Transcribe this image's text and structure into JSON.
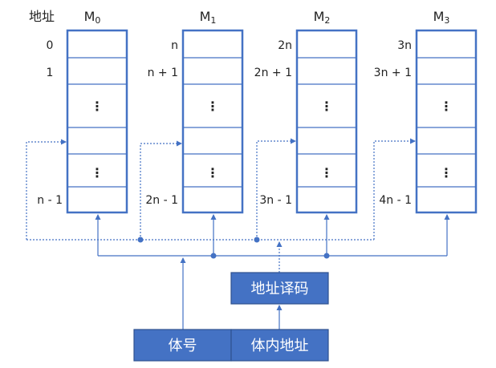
{
  "header_label": "地址",
  "modules": [
    {
      "name": "M",
      "sub": "0",
      "addr_first": "0",
      "addr_second": "1",
      "addr_last": "n - 1"
    },
    {
      "name": "M",
      "sub": "1",
      "addr_first": "n",
      "addr_second": "n + 1",
      "addr_last": "2n - 1"
    },
    {
      "name": "M",
      "sub": "2",
      "addr_first": "2n",
      "addr_second": "2n + 1",
      "addr_last": "3n - 1"
    },
    {
      "name": "M",
      "sub": "3",
      "addr_first": "3n",
      "addr_second": "3n + 1",
      "addr_last": "4n - 1"
    }
  ],
  "ellipsis": "⋮",
  "decoder_label": "地址译码",
  "bank_number_label": "体号",
  "intra_bank_address_label": "体内地址",
  "colors": {
    "box_fill": "#4472C4",
    "box_border": "#2F528F",
    "line": "#4472C4"
  }
}
